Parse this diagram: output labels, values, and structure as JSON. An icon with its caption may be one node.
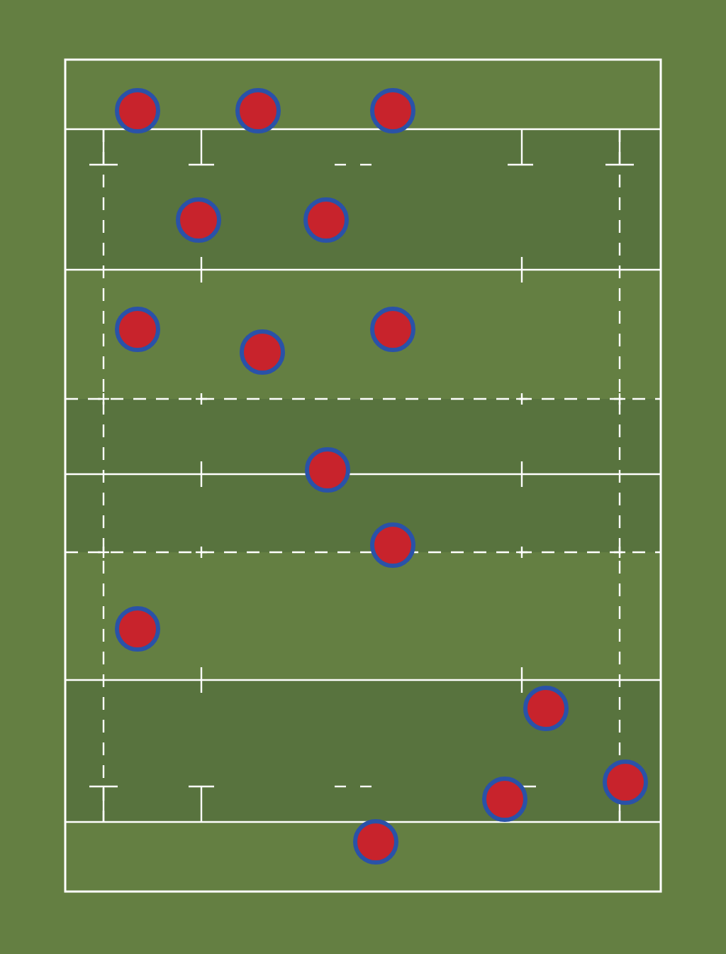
{
  "diagram": {
    "nodes": [
      {
        "text": [],
        "shape": "circle"
      },
      {
        "text": [],
        "shape": "circle"
      },
      {
        "text": [],
        "shape": "circle"
      },
      {
        "text": [],
        "shape": "circle"
      },
      {
        "text": [],
        "shape": "circle"
      },
      {
        "text": [],
        "shape": "circle"
      },
      {
        "text": [],
        "shape": "circle"
      },
      {
        "text": [],
        "shape": "circle"
      },
      {
        "text": [],
        "shape": "circle"
      },
      {
        "text": [],
        "shape": "circle"
      },
      {
        "text": [],
        "shape": "circle"
      },
      {
        "text": [],
        "shape": "circle"
      },
      {
        "text": [],
        "shape": "circle"
      },
      {
        "text": [],
        "shape": "circle"
      },
      {
        "text": [],
        "shape": "circle"
      }
    ]
  }
}
